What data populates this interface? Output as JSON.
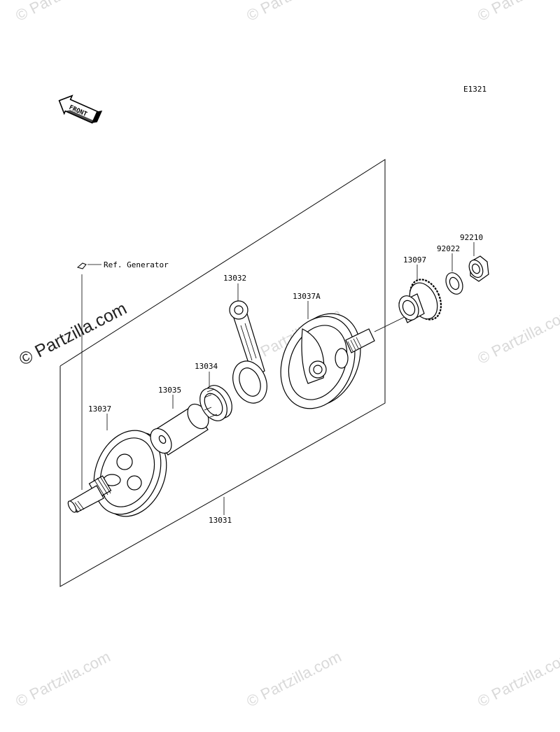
{
  "diagram": {
    "code": "E1321",
    "front_label": "FRONT",
    "ref_label": "Ref. Generator",
    "parts": {
      "crankshaft_assy": "13031",
      "con_rod": "13032",
      "bearing": "13034",
      "crank_pin": "13035",
      "flywheel_left": "13037",
      "flywheel_right": "13037A",
      "gear": "13097",
      "washer": "92022",
      "nut": "92210"
    }
  },
  "watermark": {
    "text": "© Partzilla.com"
  }
}
